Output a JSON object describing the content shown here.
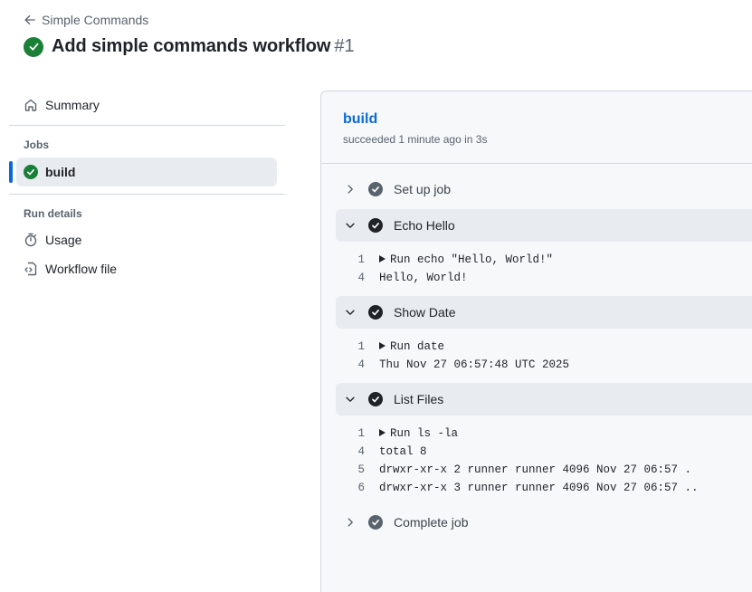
{
  "header": {
    "back_label": "Simple Commands",
    "title": "Add simple commands workflow",
    "run_number": "#1"
  },
  "sidebar": {
    "summary_label": "Summary",
    "jobs_heading": "Jobs",
    "job_label": "build",
    "run_details_heading": "Run details",
    "usage_label": "Usage",
    "workflow_file_label": "Workflow file"
  },
  "job": {
    "name": "build",
    "status_text": "succeeded 1 minute ago in 3s",
    "steps": [
      {
        "label": "Set up job",
        "expanded": false,
        "lines": []
      },
      {
        "label": "Echo Hello",
        "expanded": true,
        "lines": [
          {
            "num": "1",
            "text": "Run echo \"Hello, World!\"",
            "group": true
          },
          {
            "num": "4",
            "text": "Hello, World!",
            "group": false
          }
        ]
      },
      {
        "label": "Show Date",
        "expanded": true,
        "lines": [
          {
            "num": "1",
            "text": "Run date",
            "group": true
          },
          {
            "num": "4",
            "text": "Thu Nov 27 06:57:48 UTC 2025",
            "group": false
          }
        ]
      },
      {
        "label": "List Files",
        "expanded": true,
        "lines": [
          {
            "num": "1",
            "text": "Run ls -la",
            "group": true
          },
          {
            "num": "4",
            "text": "total 8",
            "group": false
          },
          {
            "num": "5",
            "text": "drwxr-xr-x 2 runner runner 4096 Nov 27 06:57 .",
            "group": false
          },
          {
            "num": "6",
            "text": "drwxr-xr-x 3 runner runner 4096 Nov 27 06:57 ..",
            "group": false
          }
        ]
      },
      {
        "label": "Complete job",
        "expanded": false,
        "lines": []
      }
    ]
  },
  "colors": {
    "success": "#1a7f37",
    "accent": "#0969da",
    "panel_bg": "#f6f8fa"
  }
}
